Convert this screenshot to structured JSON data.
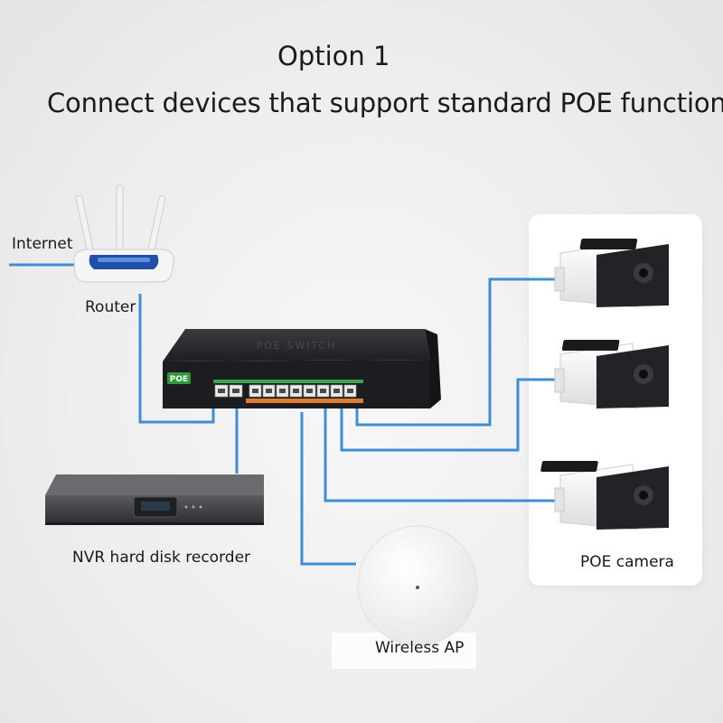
{
  "heading": {
    "option": "Option 1",
    "subtitle": "Connect devices that support standard POE functions"
  },
  "labels": {
    "internet": "Internet",
    "router": "Router",
    "nvr": "NVR hard disk recorder",
    "wireless_ap": "Wireless AP",
    "poe_camera": "POE camera"
  },
  "switch": {
    "badge": "POE",
    "top_text": "POE SWITCH",
    "port_count": 10
  },
  "colors": {
    "cable": "#3e8ed6",
    "switch_body": "#222326",
    "poe_badge": "#2e9a3a",
    "port_strip_green": "#3aa648",
    "port_strip_orange": "#e07a2c"
  }
}
